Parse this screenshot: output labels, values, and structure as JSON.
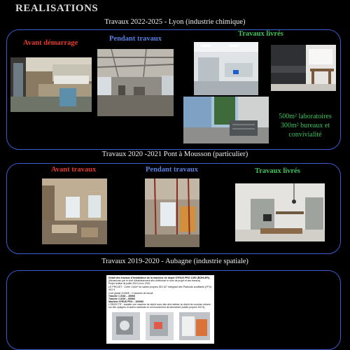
{
  "page": {
    "title": "REALISATIONS"
  },
  "sections": [
    {
      "heading": "Travaux 2022-2025 - Lyon (industrie chimique)",
      "labels": {
        "before": "Avant démarrage",
        "during": "Pendant travaux",
        "after": "Travaux livrés"
      },
      "caption_lines": [
        "500m² laboratoires",
        "300m² bureaux et",
        "convivialité"
      ]
    },
    {
      "heading": "Travaux 2020 -2021 Pont à Mousson (particulier)",
      "labels": {
        "before": "Avant travaux",
        "during": "Pendant travaux",
        "after": "Travaux livrés"
      }
    },
    {
      "heading": "Travaux 2019-2020 - Aubagne (industrie spatiale)",
      "document": {
        "line1": "Détail des travaux d'installation de la machine de dépôt SYRUS PRO 1350 (BÜHLER).",
        "line2": "(Mécanicien par le chef d'établissement afin d'effectuer le suivi de projet et des travaux)",
        "line3": "Projet réalisé de juillet 2019 à nov 2019",
        "projet": "LE PROJET : Créer 110m² de salles propres ISO 6/7 intégrant des Plafonds soufflants (FFU) ISO 5",
        "cost_title": "Coût global 2100K€ - 2 tranches de travail",
        "t1": "Tranche 1 2018 – 450K€",
        "t2": "Tranche 2 2019 – 650K€",
        "machine": "Machine SYRUS PRO – 1000K€",
        "objectif": "L'OBJECTIF : installer une machine de dépôt sous vide afin réaliser du dépôt de couches minces sur des optiques et autres substrats en environnement de laboratoire (salles propres ISO 6)."
      }
    }
  ]
}
